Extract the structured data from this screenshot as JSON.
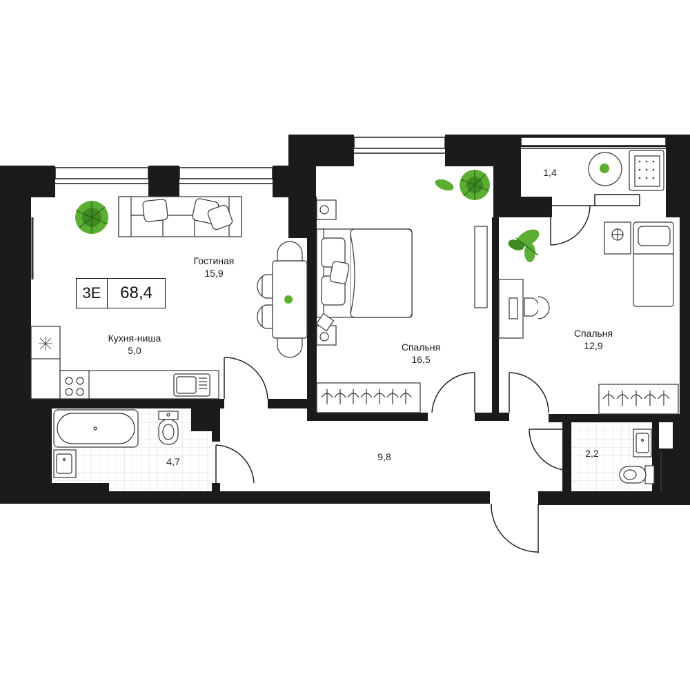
{
  "badge": {
    "type": "3Е",
    "area": "68,4"
  },
  "rooms": {
    "living": {
      "name": "Гостиная",
      "area": "15,9"
    },
    "kitchen": {
      "name": "Кухня-ниша",
      "area": "5,0"
    },
    "bedroom_large": {
      "name": "Спальня",
      "area": "16,5"
    },
    "bedroom_small": {
      "name": "Спальня",
      "area": "12,9"
    },
    "balcony": {
      "area": "1,4"
    },
    "bathroom": {
      "area": "4,7"
    },
    "hall": {
      "area": "9,8"
    },
    "wc": {
      "area": "2,2"
    }
  },
  "colors": {
    "wall": "#1b1b1b",
    "plant": "#5cae32",
    "plant_dark": "#2f6f1a",
    "line": "#333333",
    "tile": "#dddddd"
  }
}
